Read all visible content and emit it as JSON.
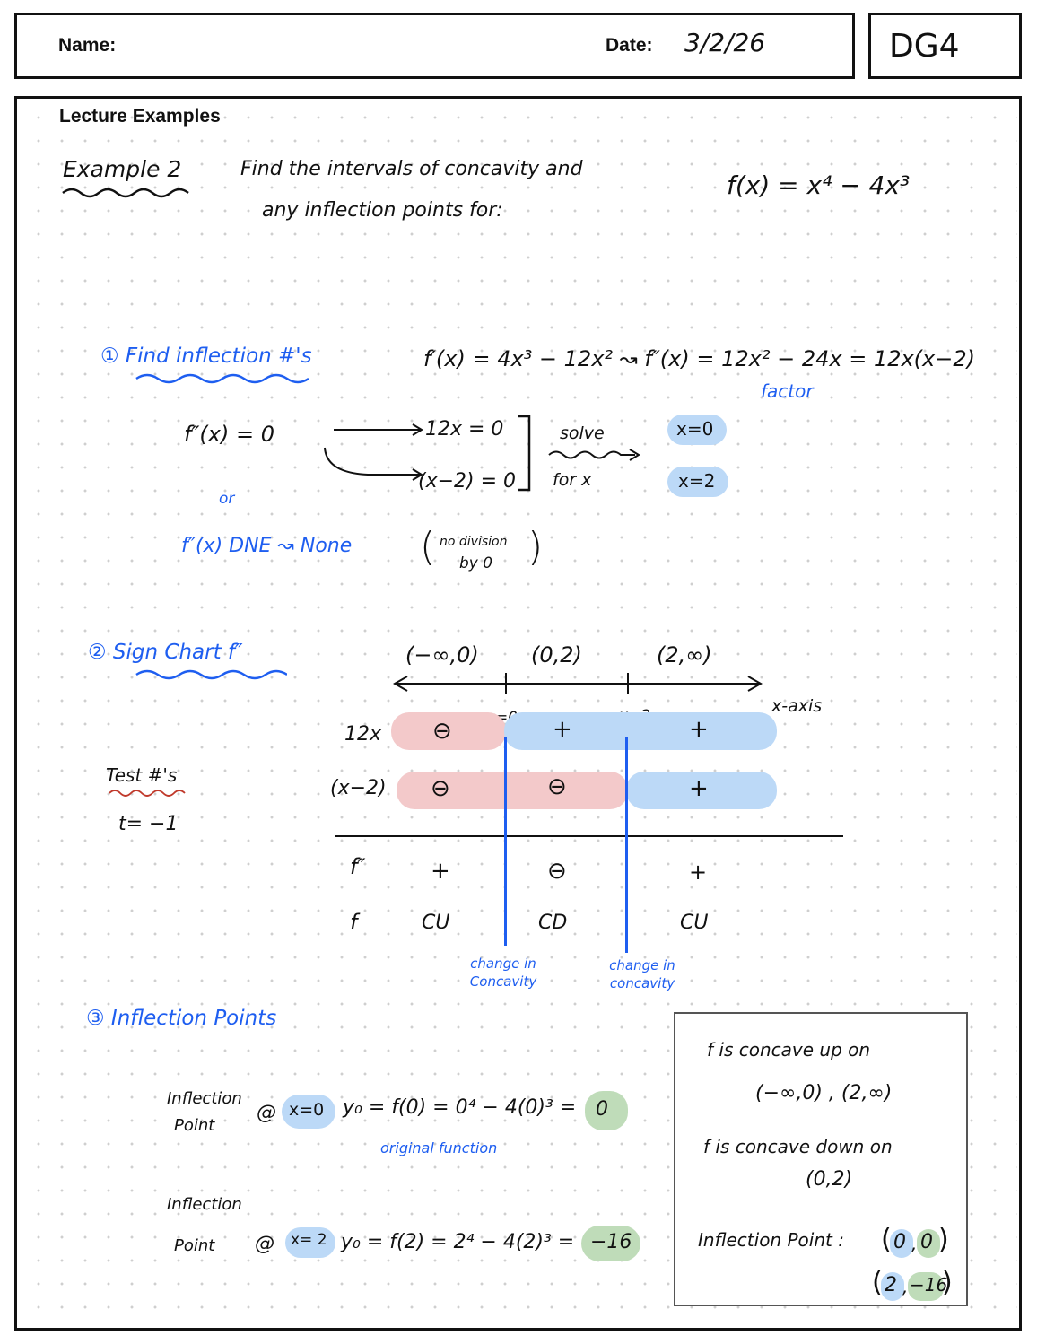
{
  "header": {
    "name_label": "Name:",
    "date_label": "Date:",
    "date_value": "3/2/26",
    "code": "DG4"
  },
  "section_title": "Lecture Examples",
  "example": {
    "label": "Example 2",
    "prompt_line1": "Find the intervals of concavity and",
    "prompt_line2": "any inflection points for:",
    "function": "f(x) = x⁴ − 4x³"
  },
  "step1": {
    "title": "① Find inflection #'s",
    "derivatives": "f′(x) = 4x³ − 12x² ↝ f″(x) = 12x² − 24x = 12x(x−2)",
    "factor_note": "factor",
    "condition_zero": "f″(x) = 0",
    "eq1": "12x = 0",
    "eq2": "(x−2) = 0",
    "solve_line1": "solve",
    "solve_line2": "for x",
    "sol1": "x=0",
    "sol2": "x=2",
    "or": "or",
    "condition_dne": "f″(x) DNE ↝ None",
    "dne_note_line1": "no division",
    "dne_note_line2": "by 0"
  },
  "step2": {
    "title": "② Sign Chart f″",
    "intervals": [
      "(−∞,0)",
      "(0,2)",
      "(2,∞)"
    ],
    "axis_label": "x-axis",
    "marks": [
      "x=0",
      "x=2"
    ],
    "rows": [
      {
        "label": "12x",
        "signs": [
          "⊖",
          "+",
          "+"
        ]
      },
      {
        "label": "(x−2)",
        "signs": [
          "⊖",
          "⊖",
          "+"
        ]
      }
    ],
    "result_rows": [
      {
        "label": "f″",
        "values": [
          "+",
          "⊖",
          "+"
        ]
      },
      {
        "label": "f",
        "values": [
          "CU",
          "CD",
          "CU"
        ]
      }
    ],
    "test_label": "Test #'s",
    "test_value": "t= −1",
    "change_notes": [
      "change in Concavity",
      "change in concavity"
    ]
  },
  "step3": {
    "title": "③ Inflection Points",
    "ip_word1": "Inflection",
    "ip_word2": "Point",
    "at": "@",
    "row1_x": "x=0",
    "row1_eq": "y₀ = f(0) = 0⁴ − 4(0)³ =",
    "row1_result": "0",
    "row1_note": "original function",
    "row2_x": "x= 2",
    "row2_eq": "y₀ = f(2) = 2⁴ − 4(2)³ =",
    "row2_result": "−16"
  },
  "summary": {
    "up_text": "f is concave up on",
    "up_intervals": "(−∞,0) , (2,∞)",
    "down_text": "f is concave down on",
    "down_interval": "(0,2)",
    "ip_label": "Inflection Point :",
    "ip1_x": "0",
    "ip1_y": "0",
    "ip2_x": "2",
    "ip2_y": "−16"
  },
  "colors": {
    "ink_blue": "#1e5ef0",
    "pink": "#f3c9ca",
    "light_blue": "#bcd9f7",
    "green": "#bfdcb9"
  }
}
